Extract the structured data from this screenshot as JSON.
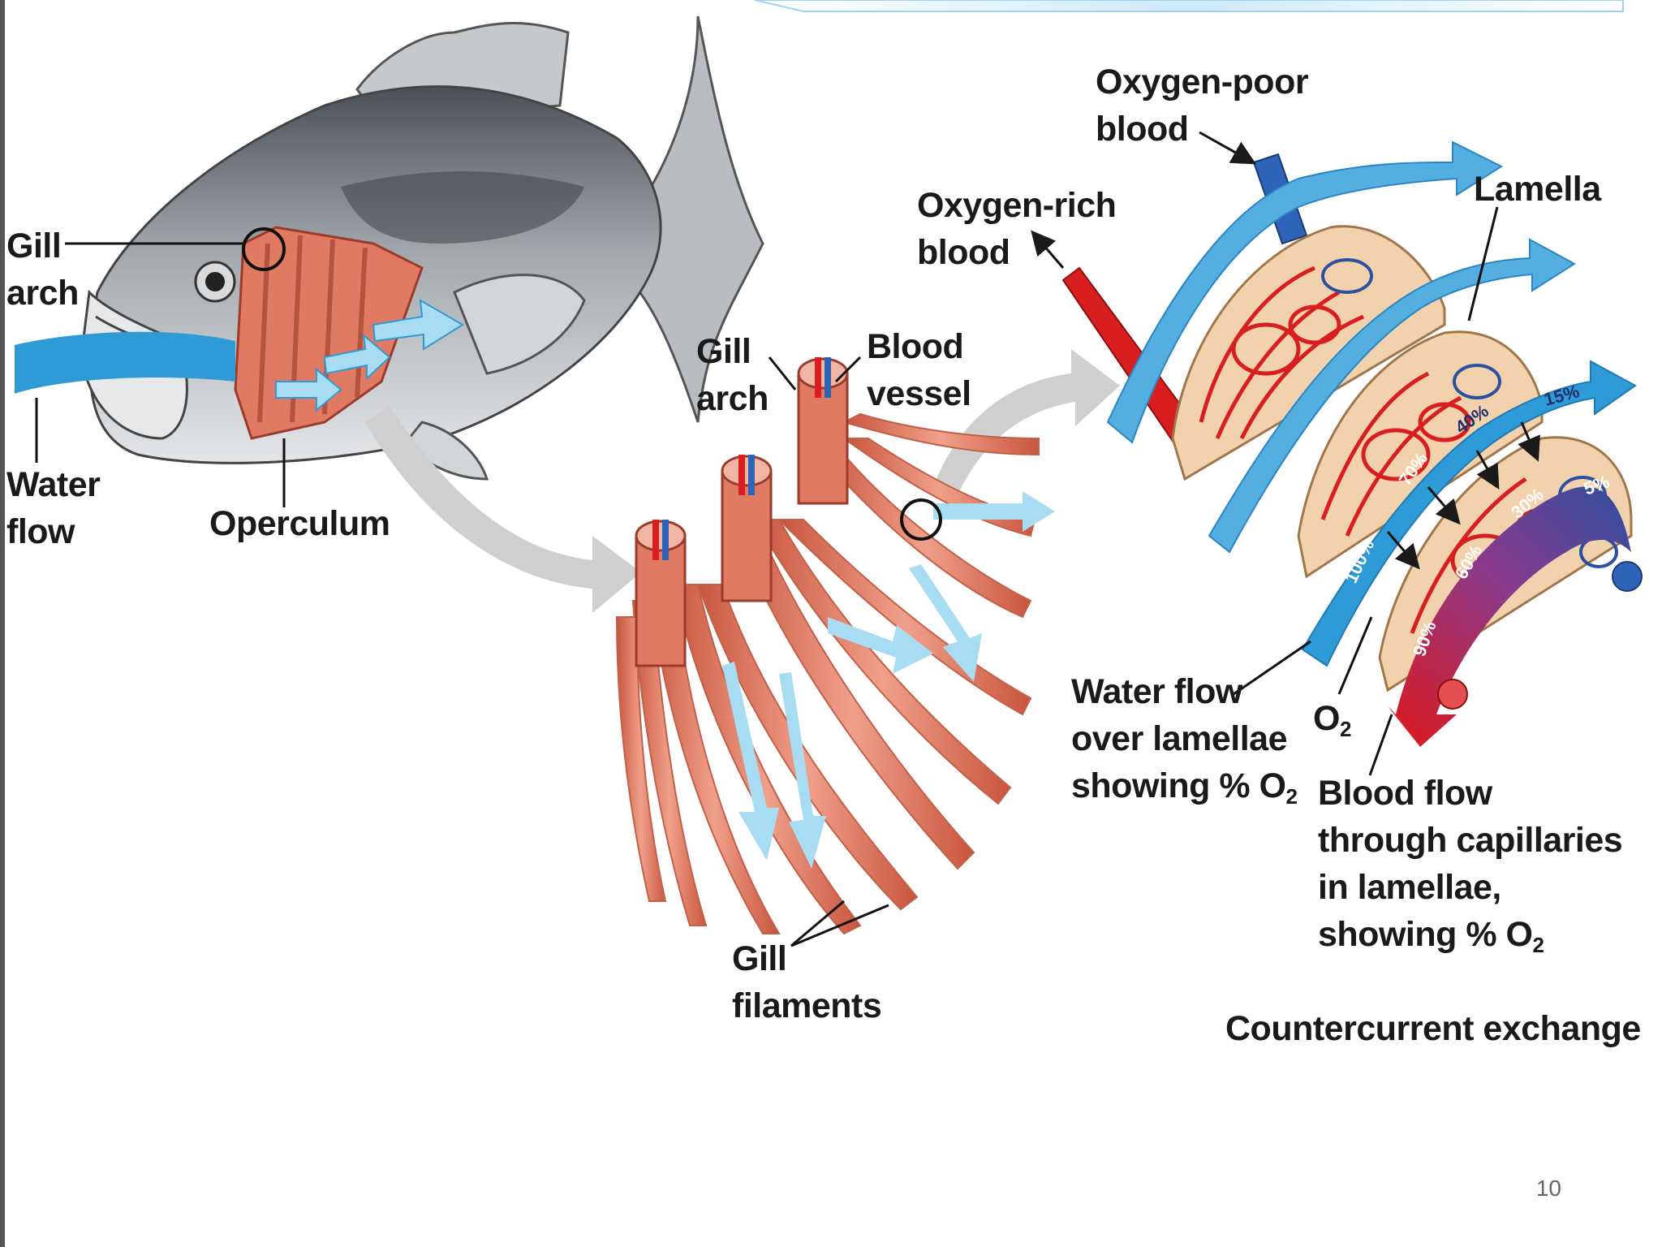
{
  "labels": {
    "gill_arch_left": [
      "Gill",
      "arch"
    ],
    "water_flow": [
      "Water",
      "flow"
    ],
    "operculum": "Operculum",
    "gill_arch_mid": [
      "Gill",
      "arch"
    ],
    "blood_vessel": [
      "Blood",
      "vessel"
    ],
    "gill_filaments": [
      "Gill",
      "filaments"
    ],
    "oxygen_poor": [
      "Oxygen-poor",
      "blood"
    ],
    "oxygen_rich": [
      "Oxygen-rich",
      "blood"
    ],
    "lamella": "Lamella",
    "water_over_lamellae": [
      "Water flow",
      "over lamellae",
      "showing % O"
    ],
    "o2": "O",
    "o2_sub": "2",
    "blood_flow": [
      "Blood flow",
      "through capillaries",
      "in lamellae,",
      "showing % O"
    ],
    "sub2": "2",
    "countercurrent": "Countercurrent exchange"
  },
  "water_percent": [
    "100%",
    "70%",
    "40%",
    "15%"
  ],
  "blood_percent": [
    "90%",
    "60%",
    "30%",
    "5%"
  ],
  "page_number": "10",
  "colors": {
    "water_blue": "#2e9bd6",
    "water_light": "#aee0f5",
    "blood_red": "#d81e1e",
    "blood_blue": "#2d4fa0",
    "filament": "#e07a62",
    "lamella_tan": "#f2d2ad",
    "gray_arrow": "#c8c8c8",
    "fish_gray": "#9aa0a5"
  }
}
